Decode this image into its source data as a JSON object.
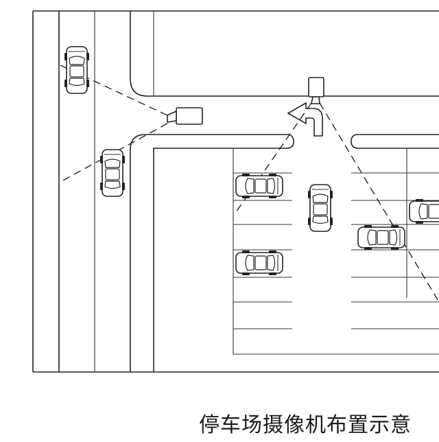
{
  "caption": "停车场摄像机布置示意",
  "cameras": [
    {
      "name": "entrance-side-camera"
    },
    {
      "name": "lot-overhead-camera"
    }
  ],
  "cars": [
    {
      "name": "road-car-north",
      "orientation": "vertical"
    },
    {
      "name": "road-car-south",
      "orientation": "vertical"
    },
    {
      "name": "parked-car-left-upper",
      "orientation": "horizontal"
    },
    {
      "name": "parked-car-left-lower",
      "orientation": "horizontal"
    },
    {
      "name": "aisle-car",
      "orientation": "vertical"
    },
    {
      "name": "parked-car-right-upper",
      "orientation": "horizontal"
    },
    {
      "name": "parked-car-right-middle",
      "orientation": "horizontal"
    }
  ],
  "colors": {
    "line": "#222222",
    "background": "#ffffff"
  },
  "icons": [
    "turn-arrow-icon",
    "camera-icon"
  ]
}
